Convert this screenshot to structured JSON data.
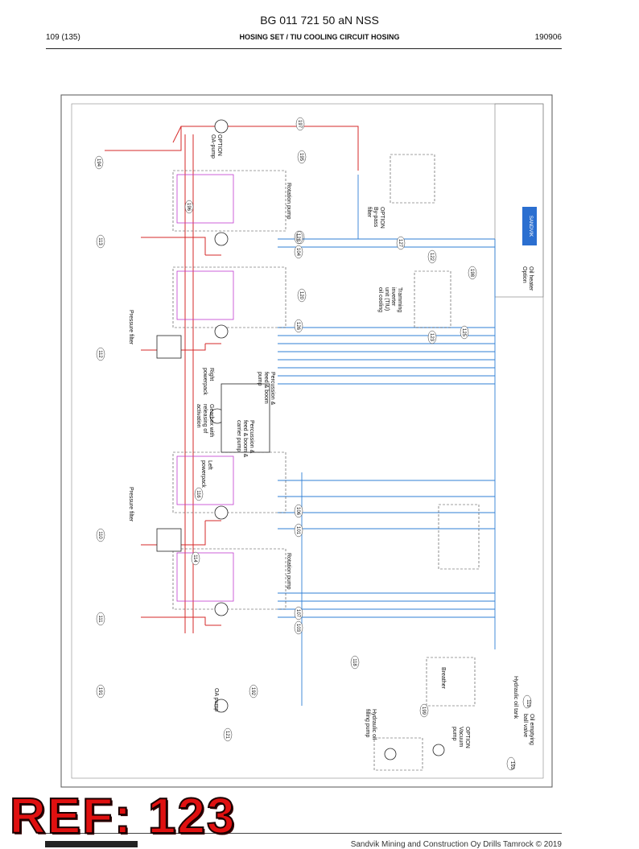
{
  "header": {
    "title": "BG 011 721 50 aN NSS",
    "page": "109 (135)",
    "section": "HOSING SET / TIU COOLING CIRCUIT HOSING",
    "date": "190906"
  },
  "diagram": {
    "callouts": [
      "194",
      "195",
      "197",
      "196",
      "113",
      "120",
      "128",
      "127",
      "104",
      "108",
      "112",
      "122",
      "123",
      "125",
      "198",
      "126",
      "116",
      "106",
      "110",
      "114",
      "101",
      "111",
      "107",
      "103",
      "118",
      "191",
      "192",
      "199",
      "119",
      "121",
      "193"
    ],
    "labels": {
      "oa_pump_top": "OPTION\nOA-pump",
      "oa_pump_bottom": "OA pump",
      "rotation_pump_top": "Rotation pump",
      "rotation_pump_bottom": "Rotation pump",
      "right_powerpack": "Right\npowerpack",
      "left_powerpack": "Left\npowerpack",
      "gearbox": "Gearbox with\nreleasing of\nactivation",
      "perc_feed_boom_right": "Percussion &\nfeed & boom\npump",
      "perc_feed_boom_carrier": "Percussion &\nfeed & boom &\ncarrier pump",
      "pressure_filter_top": "Pressure filter",
      "pressure_filter_bottom": "Pressure filter",
      "bypass_filter": "OPTION\nBy-pass\nfilter",
      "tramming": "Tramming\ninverter\nunit (TIU)\noil cooling",
      "oil_heater": "Oil heater\nOption",
      "breather": "Breather",
      "hydraulic_oil_filling": "Hydraulic oil\nfilling pump",
      "vacuum_pump": "OPTION\nVacuum\npump",
      "hydraulic_oil_tank": "Hydraulic oil tank",
      "oil_emptying": "Oil emptying\nball valve",
      "brand": "SANDVIK"
    }
  },
  "footer": {
    "copyright": "Sandvik Mining and Construction Oy Drills Tamrock © 2019",
    "stamp": "REF: 123"
  },
  "colors": {
    "red_line": "#d62828",
    "blue_line": "#2f7fd6",
    "magenta": "#c03bd0",
    "stamp": "#e01010",
    "frame": "#555555"
  }
}
